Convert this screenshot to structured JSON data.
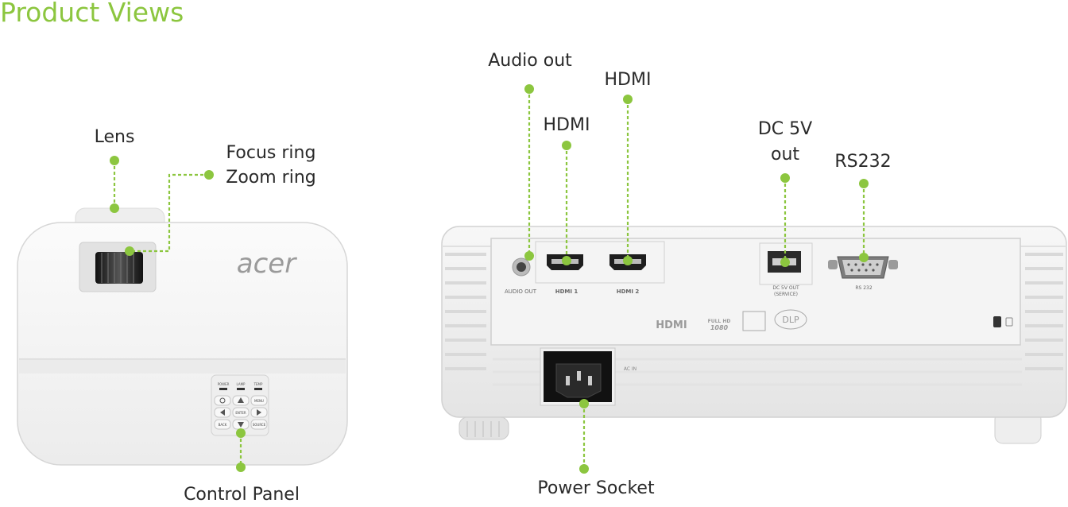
{
  "page": {
    "title": "Product Views"
  },
  "labels": {
    "lens": "Lens",
    "focus_ring": "Focus ring",
    "zoom_ring": "Zoom ring",
    "control_panel": "Control Panel",
    "audio_out": "Audio out",
    "hdmi_1": "HDMI",
    "hdmi_2": "HDMI",
    "dc5v_line1": "DC 5V",
    "dc5v_line2": "out",
    "rs232": "RS232",
    "power_socket": "Power Socket"
  },
  "device_print": {
    "brand_logo": "acer",
    "audio_out": "AUDIO OUT",
    "hdmi1": "HDMI 1",
    "hdmi2": "HDMI 2",
    "dc_out_1": "DC 5V OUT",
    "dc_out_2": "(SERVICE)",
    "rs232": "RS 232",
    "ac_in": "AC IN",
    "cert_hdmi": "HDMI",
    "cert_fullhd": "FULL HD",
    "cert_1080": "1080",
    "cert_dlp": "DLP",
    "cp_power": "POWER",
    "cp_lamp": "LAMP",
    "cp_temp": "TEMP",
    "cp_menu": "MENU",
    "cp_enter": "ENTER",
    "cp_back": "BACK",
    "cp_source": "SOURCE"
  },
  "colors": {
    "accent": "#8cc63f",
    "text": "#2a2a2a",
    "body": "#f1f1f1"
  }
}
